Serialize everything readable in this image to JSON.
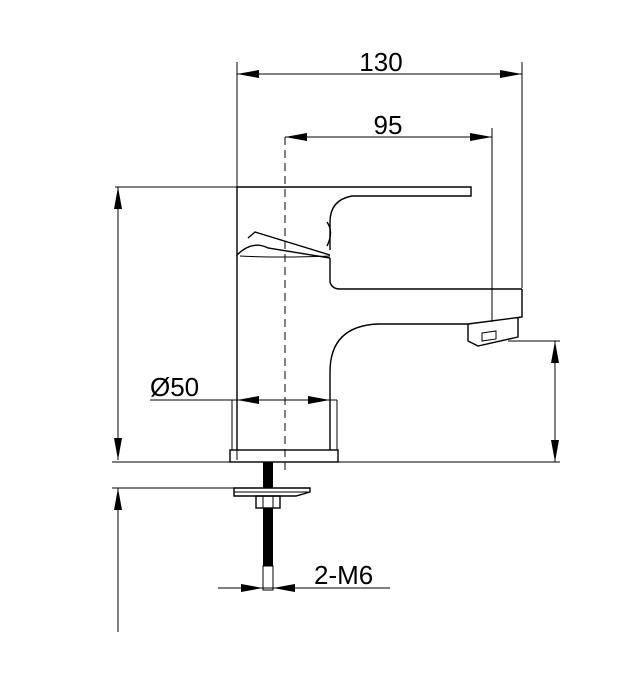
{
  "drawing": {
    "dimensions": {
      "overall_length": "130",
      "spout_reach": "95",
      "base_diameter": "Ø50",
      "mounting_thread": "2-M6"
    },
    "line_color": "#000000",
    "background": "#ffffff"
  }
}
